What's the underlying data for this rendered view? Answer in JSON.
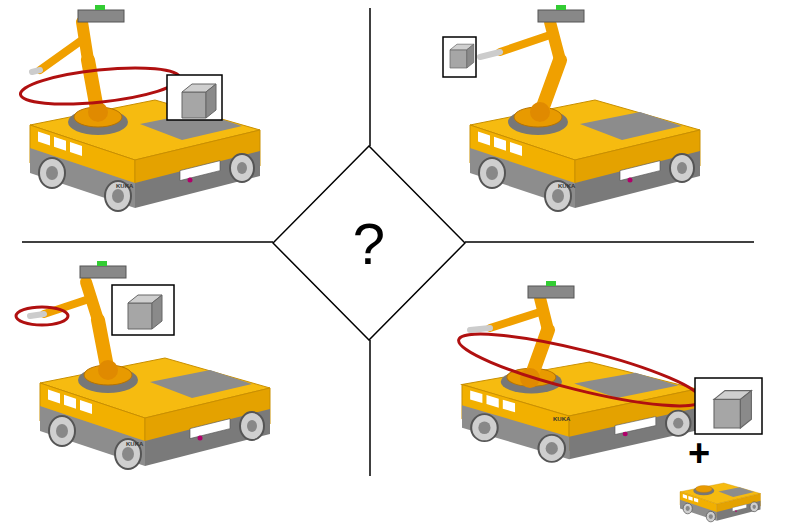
{
  "diagram": {
    "nodes": [
      {
        "text": [
          "?"
        ]
      }
    ],
    "labels": [
      "+",
      "KUKA",
      "KUKA",
      "KUKA",
      "KUKA"
    ]
  }
}
